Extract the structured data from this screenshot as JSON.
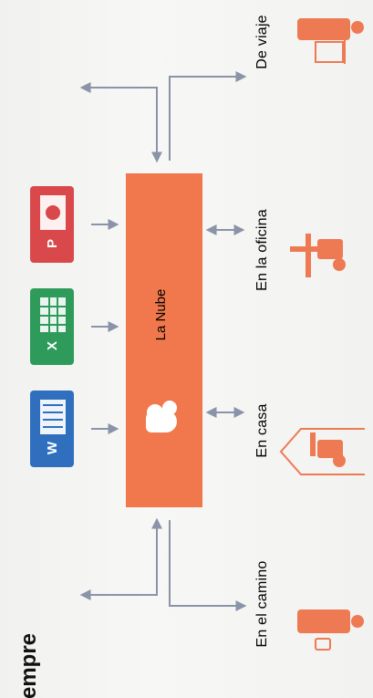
{
  "heading": {
    "text": "empre"
  },
  "cloud": {
    "label": "La Nube",
    "icon": "cloud-icon",
    "color": "#f0784c"
  },
  "apps": [
    {
      "name": "word",
      "letter": "W",
      "color": "#2f6fbe",
      "icon": "word-icon"
    },
    {
      "name": "excel",
      "letter": "X",
      "color": "#2e9b5b",
      "icon": "excel-icon"
    },
    {
      "name": "powerpoint",
      "letter": "P",
      "color": "#d9484b",
      "icon": "powerpoint-icon"
    }
  ],
  "locations": [
    {
      "label": "En el camino",
      "icon": "person-with-phone-icon"
    },
    {
      "label": "En casa",
      "icon": "person-at-home-desk-icon"
    },
    {
      "label": "En la oficina",
      "icon": "person-at-office-desk-icon"
    },
    {
      "label": "De viaje",
      "icon": "person-with-laptop-icon"
    }
  ],
  "colors": {
    "accent": "#ee7a54",
    "arrow": "#8a93a8"
  }
}
